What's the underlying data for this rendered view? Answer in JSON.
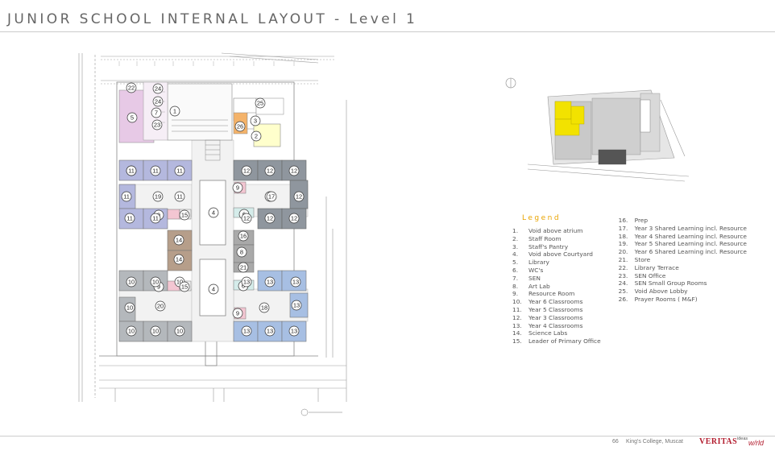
{
  "page": {
    "title": "JUNIOR SCHOOL INTERNAL LAYOUT  -  Level 1"
  },
  "plan_labels": [
    "1",
    "2",
    "3",
    "4",
    "4",
    "5",
    "6",
    "6",
    "7",
    "8",
    "9",
    "9",
    "9",
    "9",
    "10",
    "10",
    "10",
    "10",
    "10",
    "10",
    "10",
    "11",
    "11",
    "11",
    "11",
    "11",
    "11",
    "11",
    "11",
    "12",
    "12",
    "12",
    "12",
    "12",
    "12",
    "12",
    "12",
    "13",
    "13",
    "13",
    "13",
    "13",
    "13",
    "13",
    "14",
    "14",
    "15",
    "15",
    "16",
    "17",
    "18",
    "19",
    "20",
    "21",
    "22",
    "23",
    "24",
    "24",
    "25",
    "26"
  ],
  "legend": {
    "title": "Legend",
    "items": [
      {
        "num": "1.",
        "label": "Void above atrium"
      },
      {
        "num": "2.",
        "label": "Staff Room"
      },
      {
        "num": "3.",
        "label": "Staff's Pantry"
      },
      {
        "num": "4.",
        "label": "Void above Courtyard"
      },
      {
        "num": "5.",
        "label": "Library"
      },
      {
        "num": "6.",
        "label": "WC's"
      },
      {
        "num": "7.",
        "label": "SEN"
      },
      {
        "num": "8.",
        "label": "Art Lab"
      },
      {
        "num": "9.",
        "label": "Resource Room"
      },
      {
        "num": "10.",
        "label": "Year 6 Classrooms"
      },
      {
        "num": "11.",
        "label": "Year 5 Classrooms"
      },
      {
        "num": "12.",
        "label": "Year 3 Classrooms"
      },
      {
        "num": "13.",
        "label": "Year 4 Classrooms"
      },
      {
        "num": "14.",
        "label": "Science Labs"
      },
      {
        "num": "15.",
        "label": "Leader of Primary Office"
      },
      {
        "num": "16.",
        "label": "Prep"
      },
      {
        "num": "17.",
        "label": "Year 3 Shared Learning incl. Resource"
      },
      {
        "num": "18.",
        "label": "Year 4 Shared Learning incl. Resource"
      },
      {
        "num": "19.",
        "label": "Year 5 Shared Learning incl. Resource"
      },
      {
        "num": "20.",
        "label": "Year 6 Shared Learning incl. Resource"
      },
      {
        "num": "21.",
        "label": "Store"
      },
      {
        "num": "22.",
        "label": "Library Terrace"
      },
      {
        "num": "23.",
        "label": "SEN Office"
      },
      {
        "num": "24.",
        "label": "SEN Small  Group Rooms"
      },
      {
        "num": "25.",
        "label": "Void Above Lobby"
      },
      {
        "num": "26.",
        "label": "Prayer Rooms ( M&F)"
      }
    ]
  },
  "footer": {
    "page_number": "66",
    "school": "King's College, Muscat",
    "brand": "VERITAS",
    "partner_small": "ideas",
    "partner_script": "w/rld"
  }
}
